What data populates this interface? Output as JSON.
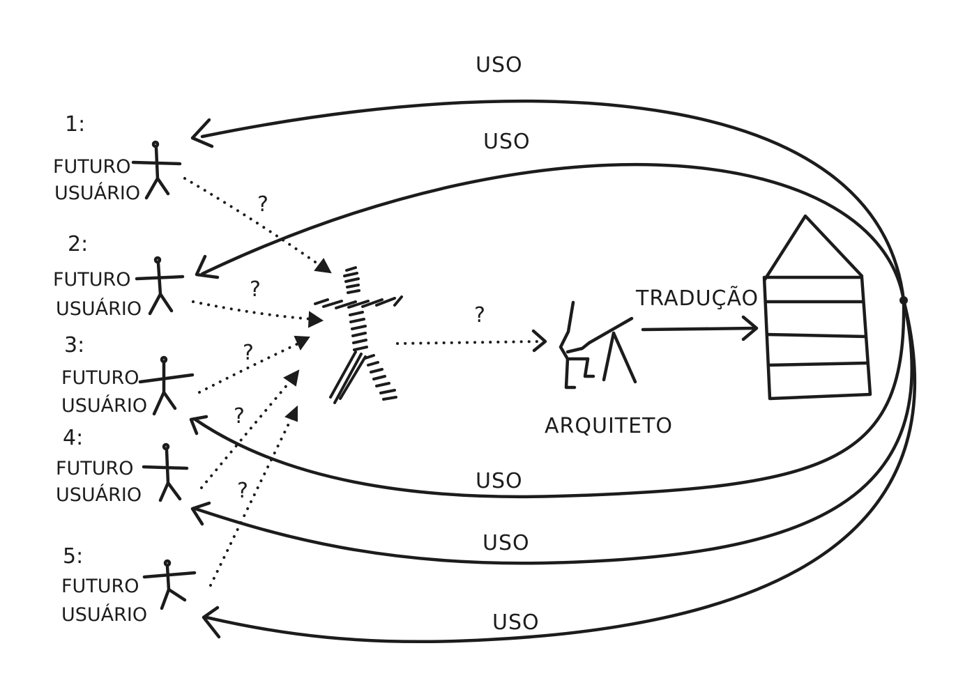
{
  "users": [
    {
      "number": "1:",
      "line1": "FUTURO",
      "line2": "USUÁRIO"
    },
    {
      "number": "2:",
      "line1": "FUTURO",
      "line2": "USUÁRIO"
    },
    {
      "number": "3:",
      "line1": "FUTURO",
      "line2": "USUÁRIO"
    },
    {
      "number": "4:",
      "line1": "FUTURO",
      "line2": "USUÁRIO"
    },
    {
      "number": "5:",
      "line1": "FUTURO",
      "line2": "USUÁRIO"
    }
  ],
  "question_mark": "?",
  "architect_label": "ARQUITETO",
  "translation_label": "TRADUÇÃO",
  "use_label": "USO"
}
